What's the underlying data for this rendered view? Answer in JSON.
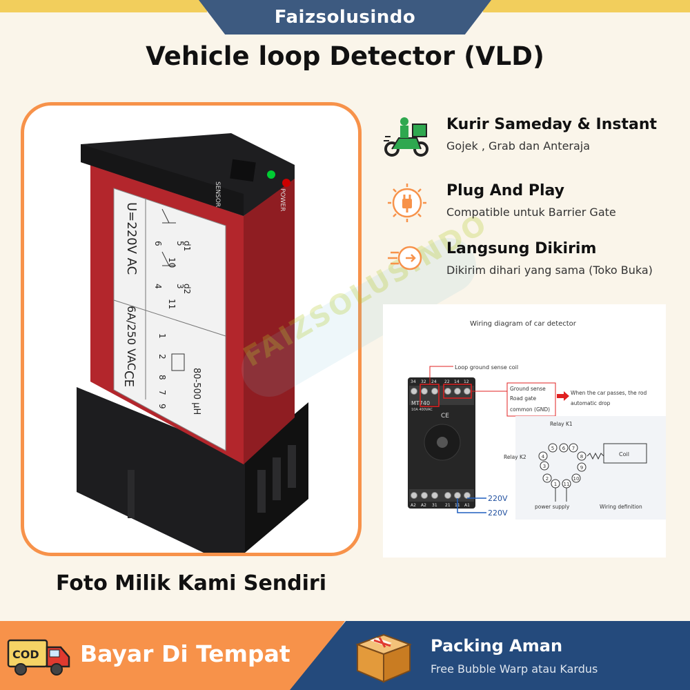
{
  "header": {
    "brand": "Faizsolusindo",
    "title": "Vehicle loop Detector (VLD)"
  },
  "photo": {
    "caption": "Foto Milik Kami Sendiri",
    "label": {
      "voltage": "U=220V AC",
      "rating": "6A/250 VAC",
      "inductance": "80-500 µH",
      "sensor": "SENSOR",
      "power": "POWER",
      "ce": "CE",
      "d1": "d1",
      "d2": "d2",
      "pin5": "5",
      "pin6": "6",
      "pin10": "10",
      "pin3": "3",
      "pin4": "4",
      "pin11": "11",
      "pin1": "1",
      "pin2": "2",
      "pin7": "7",
      "pin8": "8",
      "pin9": "9"
    }
  },
  "features": [
    {
      "title": "Kurir Sameday & Instant",
      "subtitle": "Gojek , Grab dan Anteraja",
      "icon": "courier-scooter-icon"
    },
    {
      "title": "Plug And Play",
      "subtitle": "Compatible  untuk Barrier Gate",
      "icon": "plug-icon"
    },
    {
      "title": "Langsung Dikirim",
      "subtitle": "Dikirim dihari yang sama (Toko Buka)",
      "icon": "fast-delivery-icon"
    }
  ],
  "diagram": {
    "heading": "Wiring diagram of car detector",
    "loop_label": "Loop ground sense coil",
    "top_terminals": [
      "34",
      "32",
      "24",
      "22",
      "14",
      "12"
    ],
    "model": "MT740",
    "model_rating": "10A 400VAC",
    "ce": "CE",
    "ground_sense": "Ground sense",
    "road_gate": "Road gate",
    "common": "common (GND)",
    "note_line1": "When the car passes, the rod",
    "note_line2": "automatic drop",
    "relay_k1": "Relay K1",
    "relay_k2": "Relay K2",
    "coil": "Coil",
    "pins": [
      "1",
      "2",
      "3",
      "4",
      "5",
      "6",
      "7",
      "8",
      "9",
      "10",
      "11"
    ],
    "bottom_terminals": [
      "A2",
      "A2",
      "31",
      "21",
      "11",
      "A1"
    ],
    "v1": "220V",
    "v2": "220V",
    "power_supply": "power supply",
    "wiring_def": "Wiring definition"
  },
  "watermark": "FAIZSOLUSINDO",
  "footer": {
    "cod_badge": "COD",
    "cod_title": "Bayar Di Tempat",
    "pack_title": "Packing  Aman",
    "pack_subtitle": "Free Bubble Warp atau Kardus"
  },
  "colors": {
    "brand": "#3d5a80",
    "orange": "#f7924a",
    "navy": "#244a7c",
    "yellow": "#f2ce5c",
    "device_red": "#b3262c"
  }
}
